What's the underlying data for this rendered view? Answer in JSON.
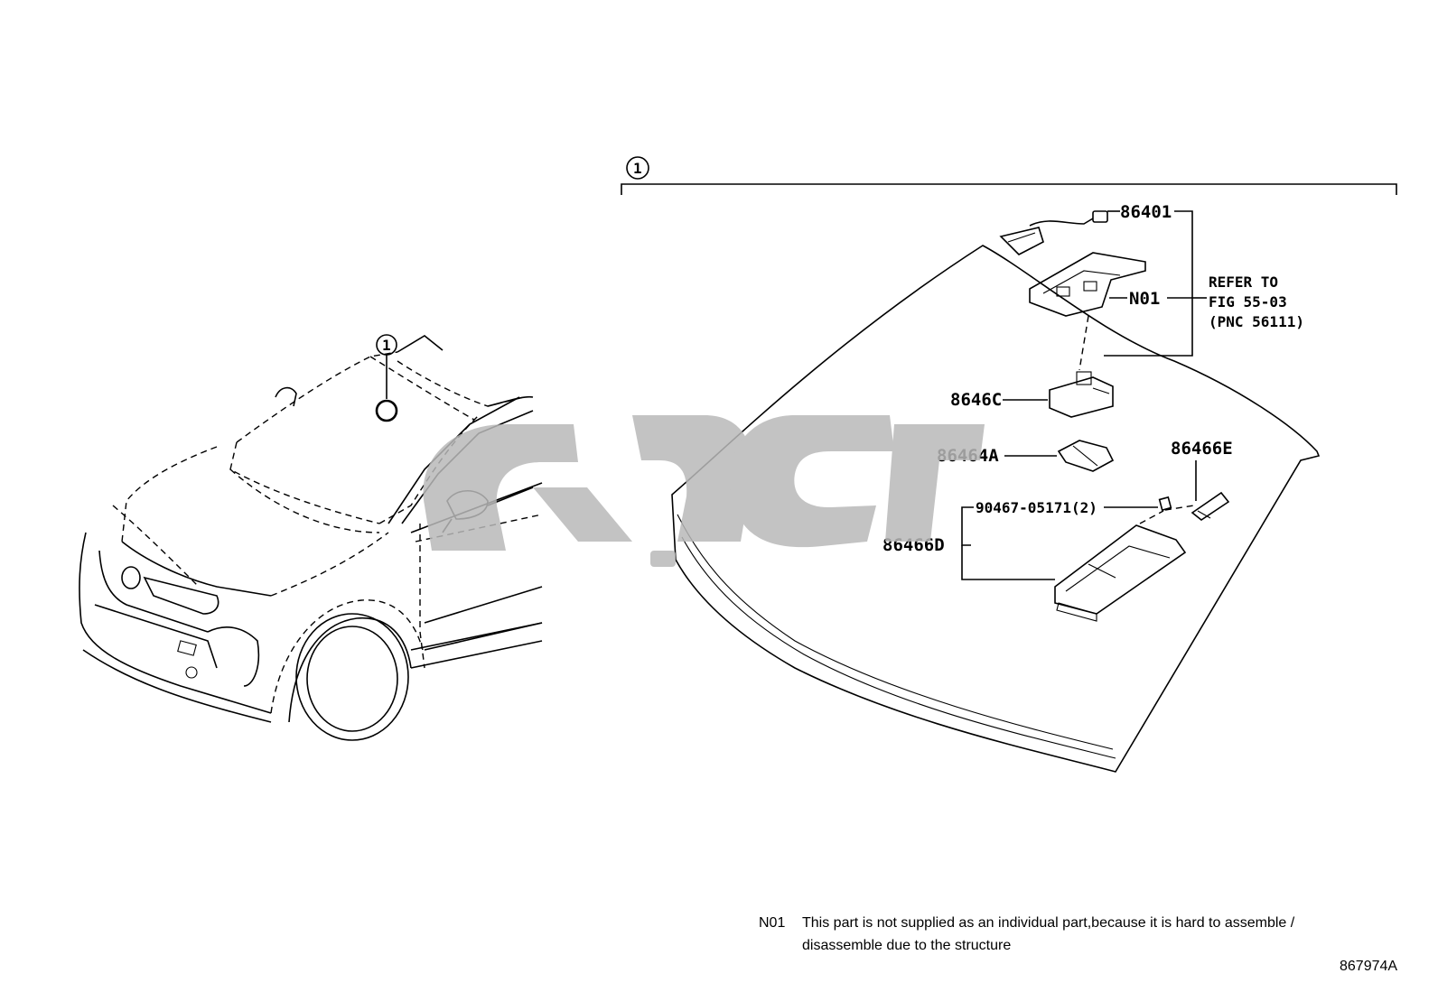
{
  "diagram": {
    "callout_number": "1",
    "parts": {
      "p86401": "86401",
      "n01": "N01",
      "refer_line1": "REFER TO",
      "refer_line2": "FIG 55-03",
      "refer_line3": "(PNC 56111)",
      "p8646c": "8646C",
      "p86464a": "86464A",
      "p86466e": "86466E",
      "p90467": "90467-05171(2)",
      "p86466d": "86466D"
    }
  },
  "note": {
    "code": "N01",
    "line1": "This part is not supplied as an individual part,because it is hard to assemble /",
    "line2": "disassemble due to the structure"
  },
  "figure_id": "867974A",
  "watermark": {
    "color": "#b9b9b9"
  }
}
